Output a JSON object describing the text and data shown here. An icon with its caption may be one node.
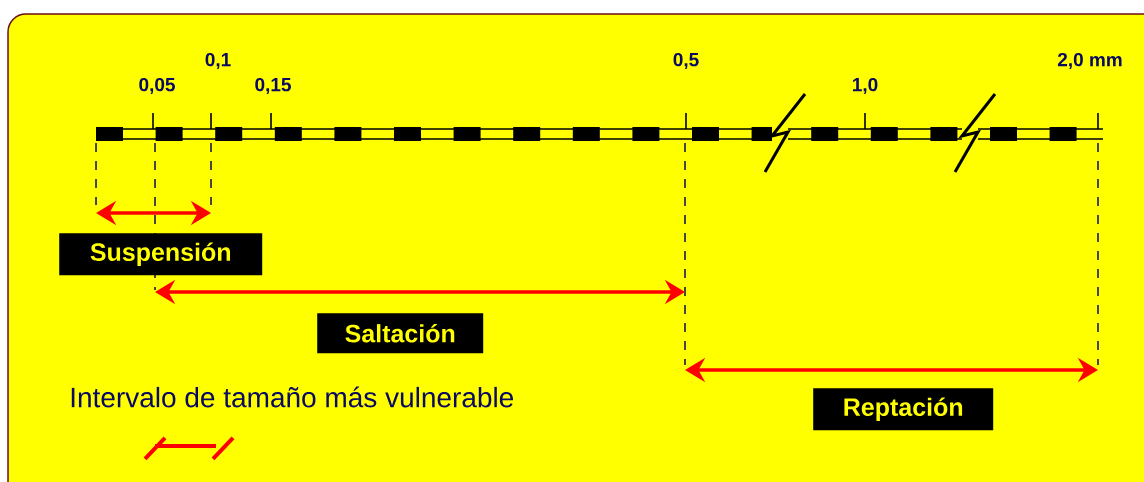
{
  "diagram": {
    "nodes": [
      {
        "text": [
          "Suspensión"
        ]
      },
      {
        "text": [
          "Saltación"
        ]
      },
      {
        "text": [
          "Reptación"
        ]
      }
    ],
    "labels": [
      "0,05",
      "0,1",
      "0,15",
      "0,5",
      "1,0",
      "2,0 mm"
    ],
    "legend": [
      {
        "text": "Intervalo de tamaño más vulnerable"
      }
    ]
  }
}
